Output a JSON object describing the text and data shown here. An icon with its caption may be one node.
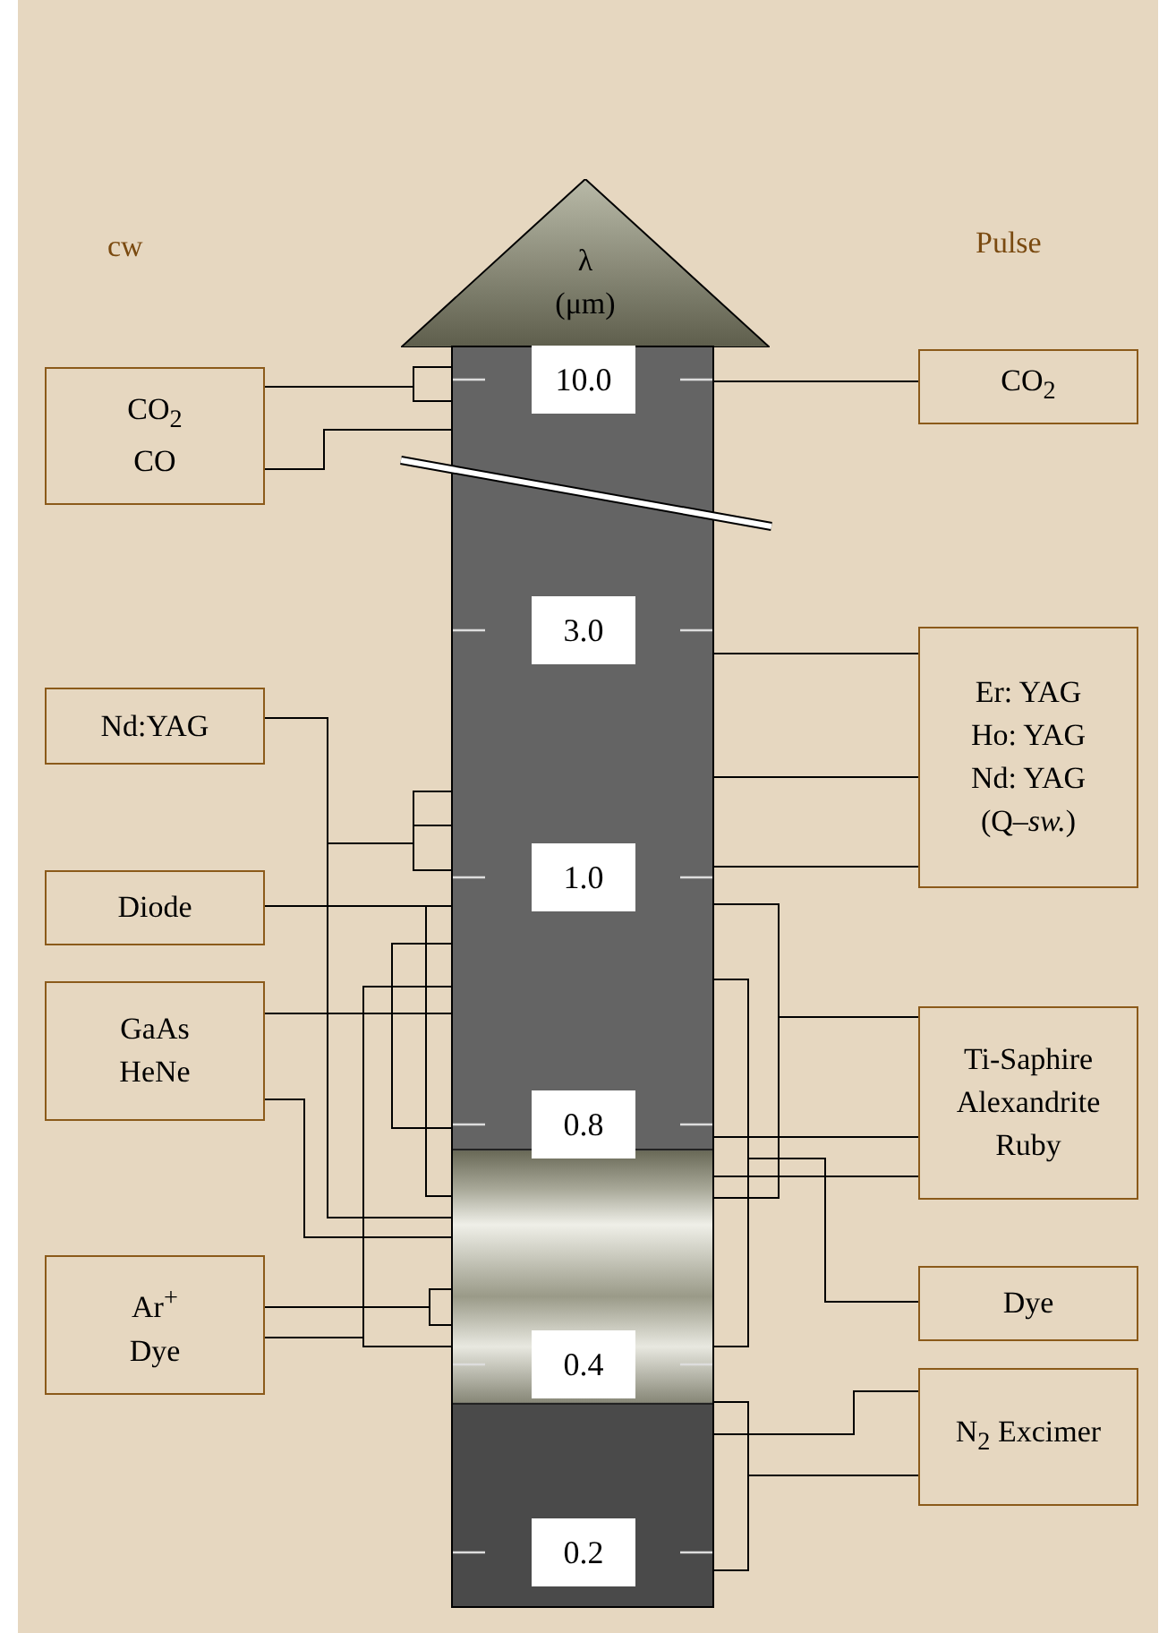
{
  "diagram": {
    "nodes": [
      {
        "text": [
          "λ",
          "(μm)"
        ]
      },
      {
        "text": [],
        "shape": "bar"
      },
      {
        "text": [
          "10.0"
        ],
        "in": 1
      },
      {
        "text": [
          "3.0"
        ],
        "in": 1
      },
      {
        "text": [
          "1.0"
        ],
        "in": 1
      },
      {
        "text": [
          "0.8"
        ],
        "in": 1
      },
      {
        "text": [
          "0.4"
        ],
        "in": 1
      },
      {
        "text": [
          "0.2"
        ],
        "in": 1
      },
      {
        "text": [
          "CO$_{2}$ CO"
        ]
      },
      {
        "text": [
          "Nd:YAG"
        ]
      },
      {
        "text": [
          "Diode"
        ]
      },
      {
        "text": [
          "GaAs HeNe"
        ]
      },
      {
        "text": [
          "Ar$^{+}$ Dye"
        ]
      },
      {
        "text": [
          "CO$_{2}$"
        ]
      },
      {
        "text": [
          "Er: YAG Ho: YAG Nd: YAG (Q–*sw.*)"
        ]
      },
      {
        "text": [
          "Ti-Saphire Alexandrite Ruby"
        ]
      },
      {
        "text": [
          "Dye"
        ]
      },
      {
        "text": [
          "N$_{2}$ Excimer"
        ]
      }
    ],
    "edges": [
      {
        "from": 8,
        "to": 1,
        "arrow": "none"
      },
      {
        "from": 8,
        "to": 1,
        "arrow": "none"
      },
      {
        "from": 8,
        "to": 1,
        "arrow": "none"
      },
      {
        "from": 9,
        "to": 1,
        "arrow": "none"
      },
      {
        "from": 9,
        "to": 1,
        "arrow": "none"
      },
      {
        "from": 9,
        "to": 1,
        "arrow": "none"
      },
      {
        "from": 9,
        "to": 1,
        "arrow": "none"
      },
      {
        "from": 10,
        "to": 1,
        "arrow": "none"
      },
      {
        "from": 10,
        "to": 1,
        "arrow": "none"
      },
      {
        "from": 11,
        "to": 1,
        "arrow": "none"
      },
      {
        "from": 11,
        "to": 1,
        "arrow": "none"
      },
      {
        "from": 11,
        "to": 1,
        "arrow": "none"
      },
      {
        "from": 11,
        "to": 1,
        "arrow": "none"
      },
      {
        "from": 12,
        "to": 1,
        "arrow": "none"
      },
      {
        "from": 12,
        "to": 1,
        "arrow": "none"
      },
      {
        "from": 12,
        "to": 1,
        "arrow": "none"
      },
      {
        "from": 12,
        "to": 1,
        "arrow": "none"
      },
      {
        "from": 13,
        "to": 1,
        "arrow": "none"
      },
      {
        "from": 14,
        "to": 1,
        "arrow": "none"
      },
      {
        "from": 14,
        "to": 1,
        "arrow": "none"
      },
      {
        "from": 14,
        "to": 1,
        "arrow": "none"
      },
      {
        "from": 15,
        "to": 1,
        "arrow": "none"
      },
      {
        "from": 15,
        "to": 1,
        "arrow": "none"
      },
      {
        "from": 15,
        "to": 1,
        "arrow": "none"
      },
      {
        "from": 15,
        "to": 1,
        "arrow": "none"
      },
      {
        "from": 16,
        "to": 1,
        "arrow": "none"
      },
      {
        "from": 16,
        "to": 1,
        "arrow": "none"
      },
      {
        "from": 17,
        "to": 1,
        "arrow": "none"
      },
      {
        "from": 17,
        "to": 1,
        "arrow": "none"
      },
      {
        "from": 17,
        "to": 1,
        "arrow": "none"
      }
    ],
    "labels": [
      "cw",
      "Pulse"
    ]
  }
}
